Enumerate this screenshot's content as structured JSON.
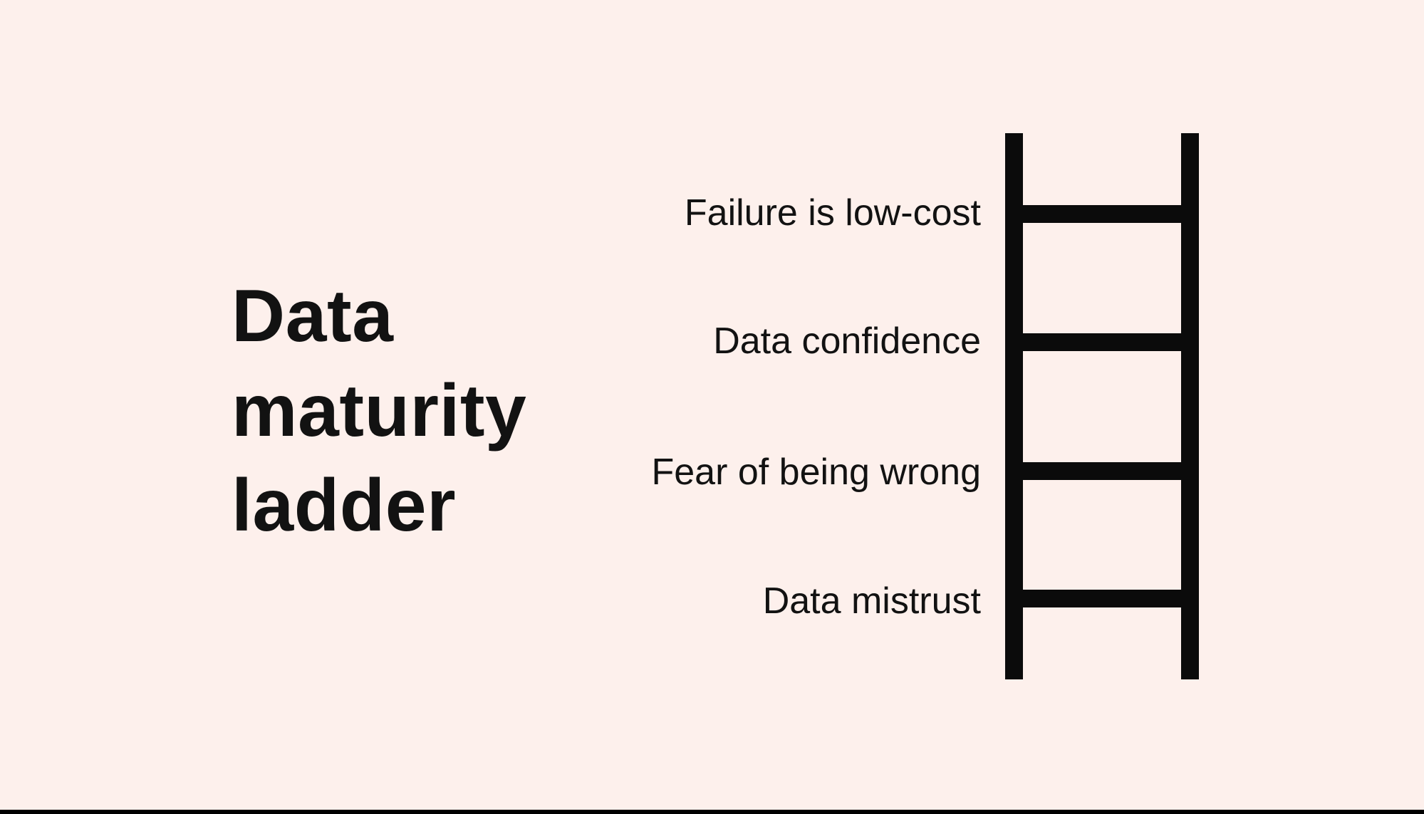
{
  "colors": {
    "background": "#fdf0ec",
    "ink": "#121212",
    "ladder": "#0b0b0b",
    "bottom_edge": "#000000"
  },
  "title": {
    "full": "Data maturity ladder",
    "lines": [
      "Data",
      "maturity",
      "ladder"
    ]
  },
  "ladder": {
    "rungs": [
      {
        "label": "Failure is low-cost"
      },
      {
        "label": "Data confidence"
      },
      {
        "label": "Fear of being wrong"
      },
      {
        "label": "Data mistrust"
      }
    ]
  }
}
